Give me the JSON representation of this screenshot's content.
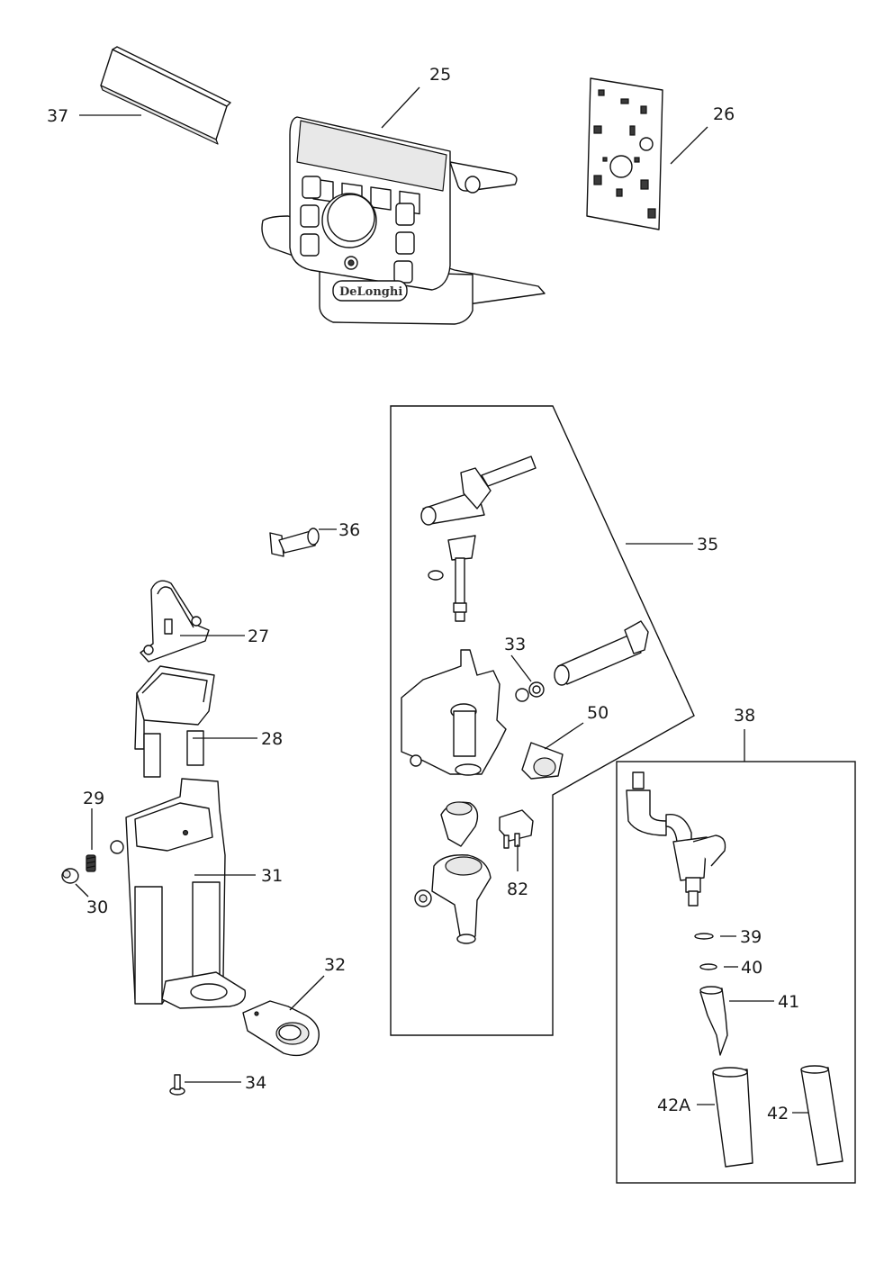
{
  "brand": "DeLonghi",
  "labels": {
    "p25": "25",
    "p26": "26",
    "p27": "27",
    "p28": "28",
    "p29": "29",
    "p30": "30",
    "p31": "31",
    "p32": "32",
    "p33": "33",
    "p34": "34",
    "p35": "35",
    "p36": "36",
    "p37": "37",
    "p38": "38",
    "p39": "39",
    "p40": "40",
    "p41": "41",
    "p42": "42",
    "p42a": "42A",
    "p50": "50",
    "p82": "82"
  }
}
